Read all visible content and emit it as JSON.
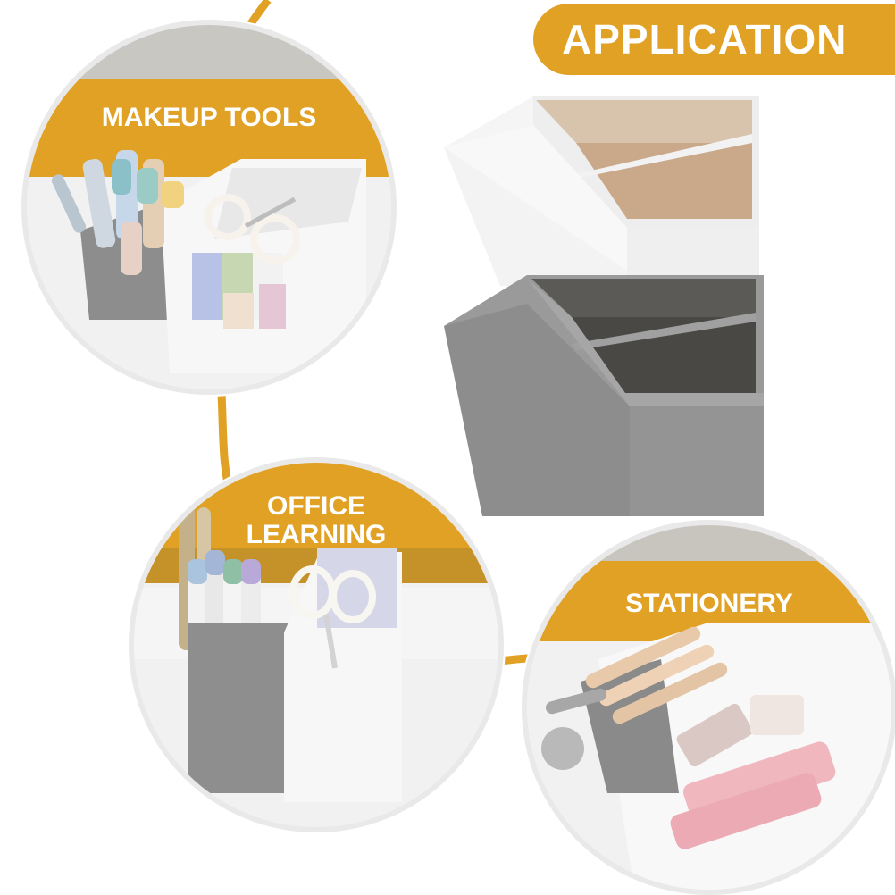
{
  "header": {
    "title": "APPLICATION"
  },
  "sections": [
    {
      "label": "MAKEUP TOOLS"
    },
    {
      "label_line1": "OFFICE",
      "label_line2": "LEARNING"
    },
    {
      "label": "STATIONERY"
    }
  ],
  "colors": {
    "accent": "#e0a125",
    "box_white": "#f4f4f4",
    "box_gray": "#8e8e8e"
  }
}
